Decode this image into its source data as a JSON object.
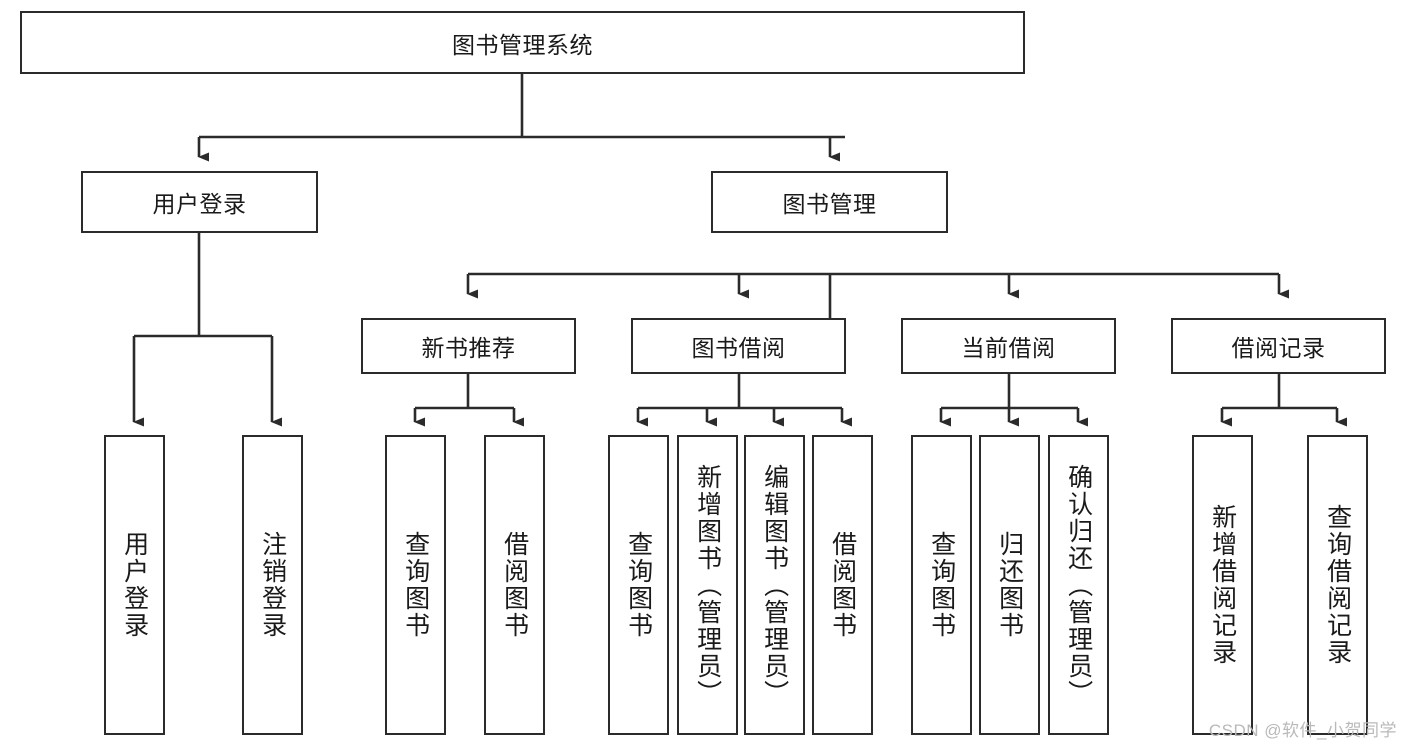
{
  "diagram": {
    "title": "图书管理系统",
    "type": "tree-hierarchy-diagram",
    "colors": {
      "box_border": "#2b2b2b",
      "box_fill": "#ffffff",
      "edge": "#2b2b2b",
      "text": "#1a1a1a",
      "watermark": "#b9b9b9",
      "background": "#ffffff"
    }
  },
  "watermark": {
    "text": "CSDN @软件_小贺同学"
  },
  "nodes": {
    "root": {
      "label": "图书管理系统"
    },
    "level2": [
      {
        "label": "用户登录"
      },
      {
        "label": "图书管理"
      }
    ],
    "level3": [
      {
        "label": "新书推荐"
      },
      {
        "label": "图书借阅"
      },
      {
        "label": "当前借阅"
      },
      {
        "label": "借阅记录"
      }
    ],
    "leaves": {
      "user_login": [
        {
          "label": "用户登录"
        },
        {
          "label": "注销登录"
        }
      ],
      "new_book_recommend": [
        {
          "label": "查询图书"
        },
        {
          "label": "借阅图书"
        }
      ],
      "book_borrow": [
        {
          "label": "查询图书"
        },
        {
          "label": "新增图书（管理员）"
        },
        {
          "label": "编辑图书（管理员）"
        },
        {
          "label": "借阅图书"
        }
      ],
      "current_borrow": [
        {
          "label": "查询图书"
        },
        {
          "label": "归还图书"
        },
        {
          "label": "确认归还（管理员）"
        }
      ],
      "borrow_record": [
        {
          "label": "新增借阅记录"
        },
        {
          "label": "查询借阅记录"
        }
      ]
    }
  }
}
